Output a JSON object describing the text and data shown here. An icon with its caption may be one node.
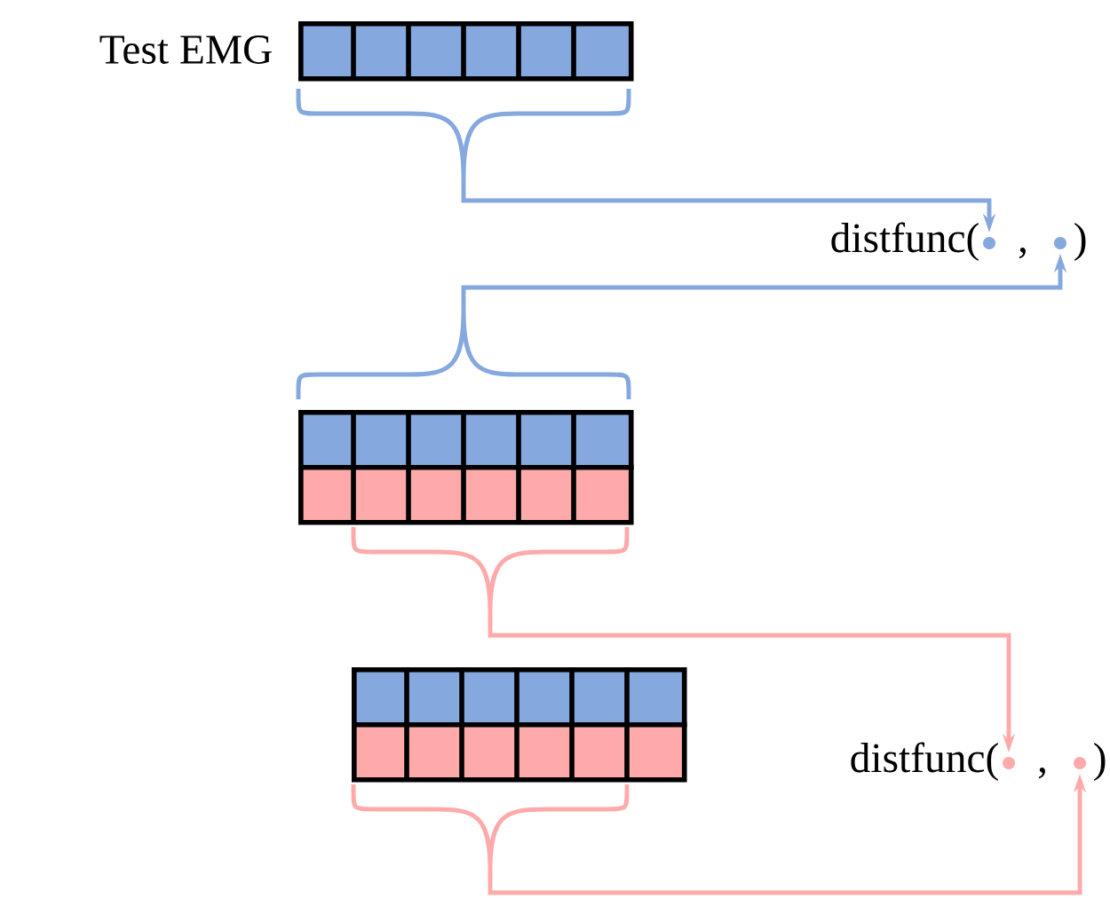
{
  "diagram": {
    "nodes": [
      {
        "text": [],
        "shape": "bar",
        "beside": [
          "Test EMG"
        ]
      },
      {
        "text": [
          "distfunc(",
          ",",
          ")"
        ]
      },
      {
        "text": [],
        "shape": "bar"
      },
      {
        "text": [],
        "shape": "bar"
      },
      {
        "text": [],
        "shape": "bar"
      },
      {
        "text": [
          "distfunc(",
          ",",
          ")"
        ]
      },
      {
        "text": [],
        "shape": "bar"
      }
    ],
    "edges": [
      {
        "from": 0,
        "to": 1,
        "arrow": "to",
        "color": "#85a8df"
      },
      {
        "from": 2,
        "to": 1,
        "arrow": "to",
        "color": "#85a8df"
      },
      {
        "from": 3,
        "to": 5,
        "arrow": "to",
        "color": "#ffaaaa"
      },
      {
        "from": 6,
        "to": 5,
        "arrow": "to",
        "color": "#ffaaaa"
      }
    ]
  }
}
